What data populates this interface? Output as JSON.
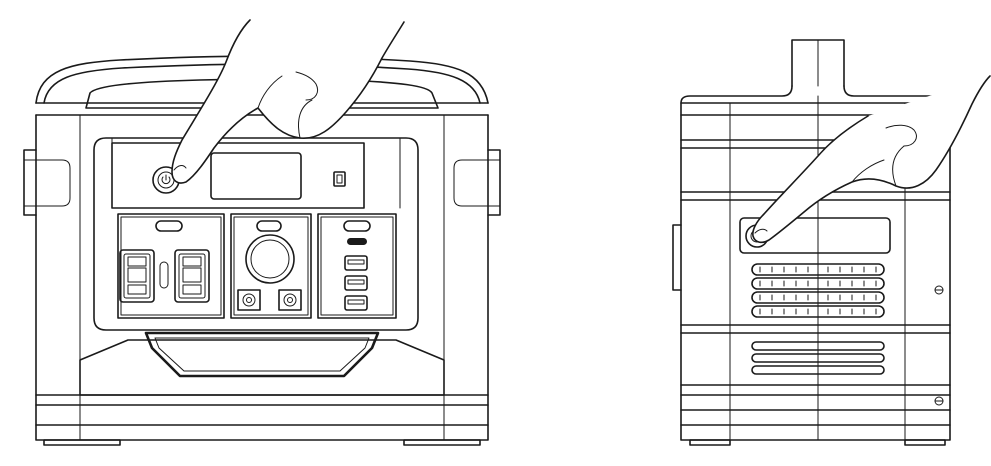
{
  "figure": {
    "views": [
      {
        "id": "front",
        "subject": "portable-power-station"
      },
      {
        "id": "side",
        "subject": "portable-power-station"
      }
    ]
  },
  "colors": {
    "ink": "#1a1a1a",
    "background": "#ffffff"
  },
  "icons": [
    "power-button-icon",
    "pointing-hand-icon"
  ]
}
